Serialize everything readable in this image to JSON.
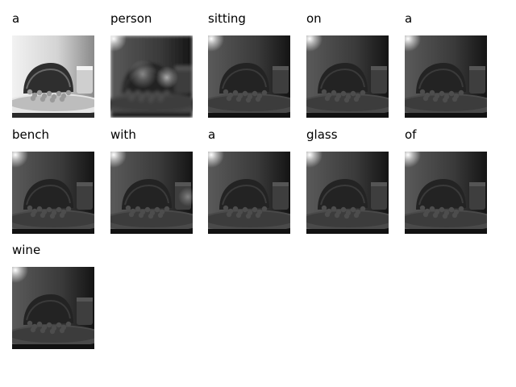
{
  "caption_words": [
    {
      "word": "a",
      "overlay": "original"
    },
    {
      "word": "person",
      "overlay": "blur-top-left-center"
    },
    {
      "word": "sitting",
      "overlay": "top-left"
    },
    {
      "word": "on",
      "overlay": "top-left"
    },
    {
      "word": "a",
      "overlay": "top-left"
    },
    {
      "word": "bench",
      "overlay": "top-left"
    },
    {
      "word": "with",
      "overlay": "top-left-right"
    },
    {
      "word": "a",
      "overlay": "top-left"
    },
    {
      "word": "glass",
      "overlay": "top-left"
    },
    {
      "word": "of",
      "overlay": "top-left"
    },
    {
      "word": "wine",
      "overlay": "top-left"
    }
  ]
}
